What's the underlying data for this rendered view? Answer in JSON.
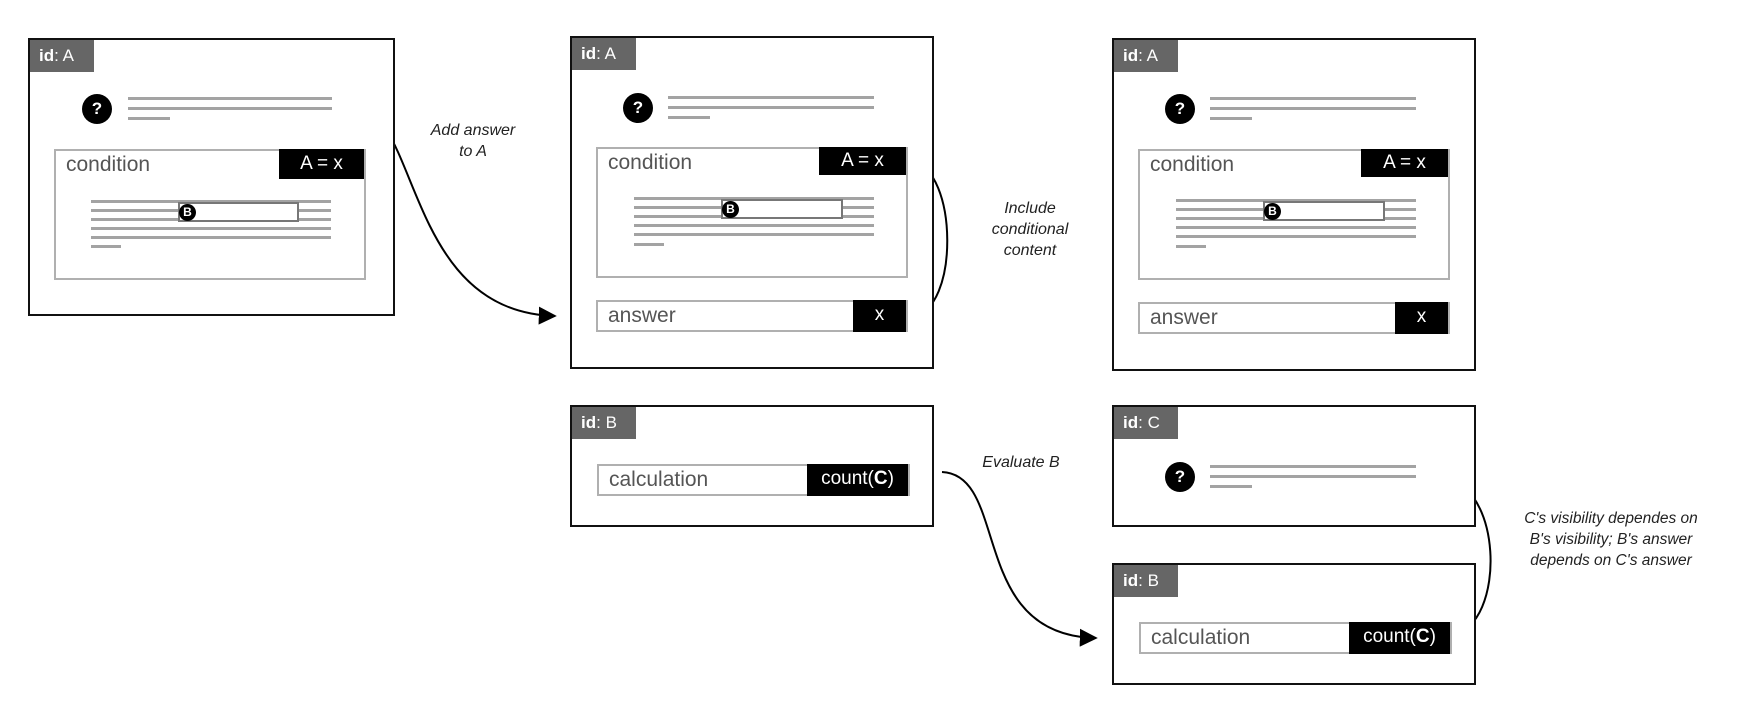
{
  "id_key": "id",
  "question_icon": "?",
  "b_badge": "B",
  "panel1": {
    "id": "A",
    "condition_label": "condition",
    "condition_value": "A = x"
  },
  "panel2": {
    "card_a": {
      "id": "A",
      "condition_label": "condition",
      "condition_value": "A = x",
      "answer_label": "answer",
      "answer_value": "x"
    },
    "card_b": {
      "id": "B",
      "calc_label": "calculation",
      "calc_fn": "count(",
      "calc_arg": "C",
      "calc_close": ")"
    }
  },
  "panel3": {
    "card_a": {
      "id": "A",
      "condition_label": "condition",
      "condition_value": "A = x",
      "answer_label": "answer",
      "answer_value": "x"
    },
    "card_c": {
      "id": "C"
    },
    "card_b": {
      "id": "B",
      "calc_label": "calculation",
      "calc_fn": "count(",
      "calc_arg": "C",
      "calc_close": ")"
    }
  },
  "captions": {
    "add_answer": [
      "Add answer",
      "to A"
    ],
    "include": [
      "Include",
      "conditional",
      "content"
    ],
    "evaluate": [
      "Evaluate B"
    ],
    "visibility": [
      "C's visibility dependes on",
      "B's visibility; B's answer",
      "depends on C's answer"
    ]
  }
}
